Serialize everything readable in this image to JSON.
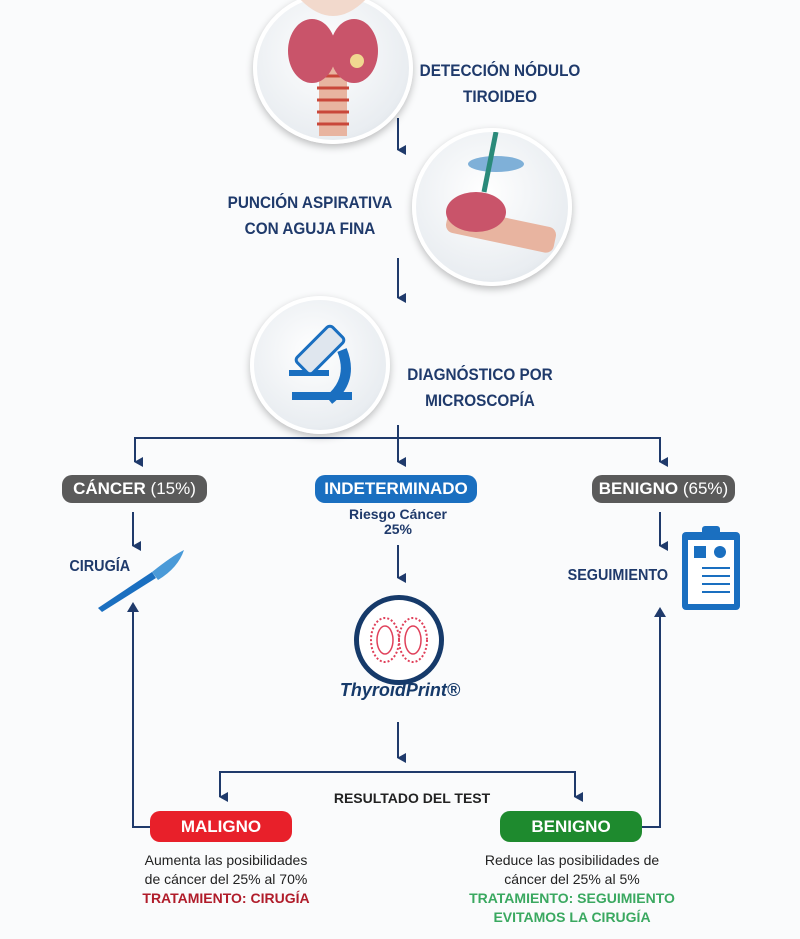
{
  "steps": {
    "detection": [
      "DETECCIÓN NÓDULO",
      "TIROIDEO"
    ],
    "puncture": [
      "PUNCIÓN ASPIRATIVA",
      "CON AGUJA FINA"
    ],
    "diagnosis": [
      "DIAGNÓSTICO POR",
      "MICROSCOPÍA"
    ]
  },
  "branches": {
    "cancer": {
      "label": "CÁNCER",
      "pct": "(15%)",
      "action": "CIRUGÍA"
    },
    "indeterminate": {
      "label": "INDETERMINADO",
      "risk": [
        "Riesgo Cáncer",
        "25%"
      ]
    },
    "benign": {
      "label": "BENIGNO",
      "pct": "(65%)",
      "action": "SEGUIMIENTO"
    }
  },
  "test": {
    "brand": "ThyroidPrint®",
    "result_label": "RESULTADO DEL TEST",
    "malignant": {
      "label": "MALIGNO",
      "desc": [
        "Aumenta las posibilidades",
        "de cáncer del 25% al 70%"
      ],
      "treatment": [
        "TRATAMIENTO: CIRUGÍA"
      ]
    },
    "benign": {
      "label": "BENIGNO",
      "desc": [
        "Reduce las posibilidades de",
        "cáncer del 25% al 5%"
      ],
      "treatment": [
        "TRATAMIENTO: SEGUIMIENTO",
        "EVITAMOS LA CIRUGÍA"
      ]
    }
  },
  "colors": {
    "navy": "#1f3a6b",
    "blue": "#1a6fc0",
    "grey": "#5a5a5a",
    "red": "#e8202a",
    "green": "#1e8a2e",
    "treat_red": "#b01c2a",
    "treat_green": "#3aa860"
  }
}
